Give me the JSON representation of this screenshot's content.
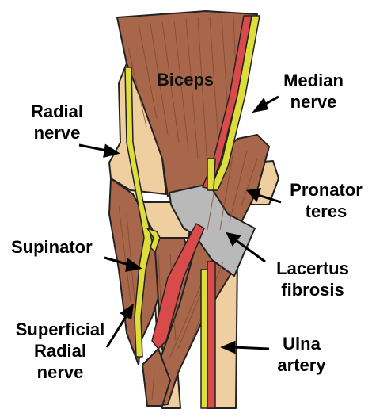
{
  "labels": {
    "biceps": "Biceps",
    "median_nerve": [
      "Median",
      "nerve"
    ],
    "radial_nerve": [
      "Radial",
      "nerve"
    ],
    "pronator_teres": [
      "Pronator",
      "teres"
    ],
    "supinator": "Supinator",
    "lacertus_fibrosis": [
      "Lacertus",
      "fibrosis"
    ],
    "superficial_radial_nerve": [
      "Superficial",
      "Radial",
      "nerve"
    ],
    "ulna_artery": [
      "Ulna",
      "artery"
    ]
  },
  "colors": {
    "muscle": "#a8674a",
    "muscle_dark": "#8a4e36",
    "bone": "#efcf9f",
    "nerve": "#dede3a",
    "artery": "#d94a4a",
    "aponeurosis": "#b9b9b9",
    "outline": "#222222"
  }
}
